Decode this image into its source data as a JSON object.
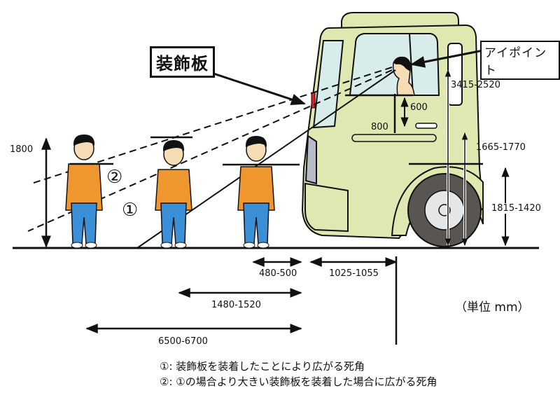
{
  "callouts": {
    "decor_panel": "装飾板",
    "eye_point": "アイポイント"
  },
  "region_markers": {
    "one": "①",
    "two": "②"
  },
  "dimensions": {
    "person_height": "1800",
    "eye_to_window": "600",
    "window_height": "800",
    "eye_height": "3415-2520",
    "fender_top": "1665-1770",
    "wheel_height": "1815-1420",
    "gap_person_to_truck": "480-500",
    "front_overhang": "1025-1055",
    "second_person_distance": "1480-1520",
    "first_person_distance": "6500-6700"
  },
  "unit_label": "（単位 mm）",
  "legend": [
    {
      "marker": "①:",
      "text": "装飾板を装着したことにより広がる死角"
    },
    {
      "marker": "②:",
      "text": "①の場合より大きい装飾板を装着した場合に広がる死角"
    }
  ],
  "colors": {
    "truck_body": "#dfe8b0",
    "truck_window": "#d8ecec",
    "shirt": "#f0962e",
    "pants": "#3a8fd6",
    "decor_panel": "#d8202a",
    "tire": "#5a5550",
    "wheel": "#e4e6e8"
  }
}
